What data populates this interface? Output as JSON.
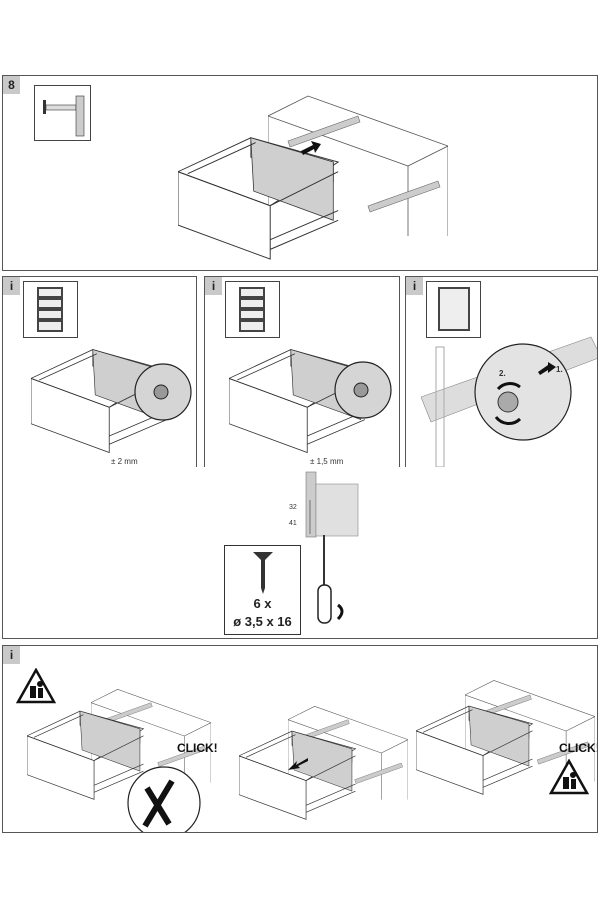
{
  "steps": {
    "top": {
      "badge": "8"
    },
    "info1": {
      "badge": "i",
      "tolerance": "± 2 mm"
    },
    "info2": {
      "badge": "i",
      "tolerance": "± 1,5 mm"
    },
    "info3": {
      "badge": "i",
      "step2": "2.",
      "step1": "1."
    },
    "screw": {
      "dim_top": "32",
      "dim_bottom": "41",
      "qty": "6 x",
      "size": "ø 3,5 x 16"
    },
    "bottom": {
      "badge": "i",
      "click_left": "CLICK!",
      "click_right": "CLICK!"
    }
  },
  "colors": {
    "badge_bg": "#c9c9c9",
    "border": "#555555"
  }
}
